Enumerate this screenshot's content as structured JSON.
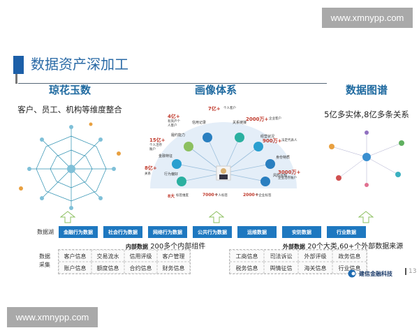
{
  "watermark_top": "www.xmnypp.com",
  "watermark_bottom": "www.xmnypp.com",
  "title": "数据资产深加工",
  "sections": [
    {
      "heading": "琼花玉数",
      "subtitle": "客户、员工、机构等维度整合"
    },
    {
      "heading": "画像体系",
      "subtitle": ""
    },
    {
      "heading": "数据图谱",
      "subtitle": "5亿多实体,8亿多条关系"
    }
  ],
  "portrait": {
    "stats": [
      {
        "value": "7亿+",
        "label": "个人客户"
      },
      {
        "value": "4亿+",
        "label": "有资产个人客户"
      },
      {
        "value": "2000万+",
        "label": "企业客户"
      },
      {
        "value": "15亿+",
        "label": "个人活存账户"
      },
      {
        "value": "900万+",
        "label": "法定代表人"
      },
      {
        "value": "8亿+",
        "label": "关系"
      },
      {
        "value": "3000万+",
        "label": "企业活存账户"
      },
      {
        "value": "8大",
        "label": "标签维度"
      },
      {
        "value": "7000+",
        "label": "个人标签"
      },
      {
        "value": "2000+",
        "label": "个企业标签"
      }
    ],
    "nodes": [
      "信用记录",
      "关系链接",
      "履约能力",
      "经营状况",
      "金融特征",
      "身份特质",
      "行为偏好",
      "风险合规"
    ]
  },
  "lake": {
    "label": "数据湖",
    "items": [
      "金融行为数据",
      "社会行为数据",
      "网络行为数据",
      "公共行为数据",
      "运维数据",
      "安防数据",
      "行业数据"
    ]
  },
  "internal": {
    "tag": "内部数据",
    "desc": "200多个内部组件",
    "cells": [
      "客户信息",
      "交易流水",
      "信用评级",
      "客户管理",
      "账户信息",
      "额度信息",
      "合约信息",
      "财务信息"
    ]
  },
  "external": {
    "tag": "外部数据",
    "desc": "20个大类,60+个外部数据来源",
    "cells": [
      "工商信息",
      "司法诉讼",
      "外部评级",
      "政务信息",
      "税务信息",
      "舆情征信",
      "海关信息",
      "行业信息"
    ]
  },
  "collection_label": "数据采集",
  "logo": "建信金融科技",
  "page_number": "13",
  "colors": {
    "accent": "#1e78c0",
    "title": "#2a6aa6",
    "stat": "#c0392b"
  }
}
